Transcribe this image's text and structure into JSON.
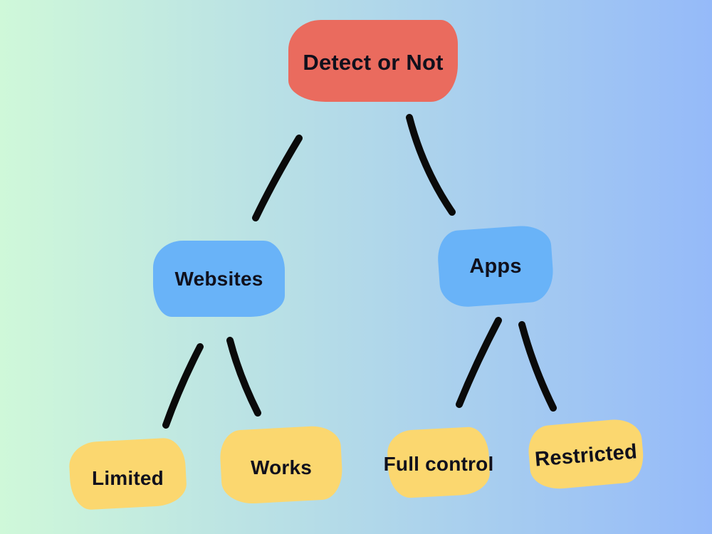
{
  "diagram": {
    "background": {
      "gradient_start": "#cff8d9",
      "gradient_end": "#95baf9"
    },
    "text_color": "#10101c",
    "line_color": "#0a0a0a",
    "node_colors": {
      "root": "#ea6b5e",
      "branch": "#69b3f8",
      "leaf": "#fbd76f"
    },
    "nodes": {
      "root": {
        "label": "Detect or Not",
        "color": "#ea6b5e"
      },
      "websites": {
        "label": "Websites",
        "color": "#69b3f8"
      },
      "apps": {
        "label": "Apps",
        "color": "#69b3f8"
      },
      "limited": {
        "label": "Limited",
        "color": "#fbd76f"
      },
      "works": {
        "label": "Works",
        "color": "#fbd76f"
      },
      "full_control": {
        "label": "Full control",
        "color": "#fbd76f"
      },
      "restricted": {
        "label": "Restricted",
        "color": "#fbd76f"
      }
    },
    "edges": [
      {
        "from": "root",
        "to": "websites"
      },
      {
        "from": "root",
        "to": "apps"
      },
      {
        "from": "websites",
        "to": "limited"
      },
      {
        "from": "websites",
        "to": "works"
      },
      {
        "from": "apps",
        "to": "full_control"
      },
      {
        "from": "apps",
        "to": "restricted"
      }
    ]
  }
}
